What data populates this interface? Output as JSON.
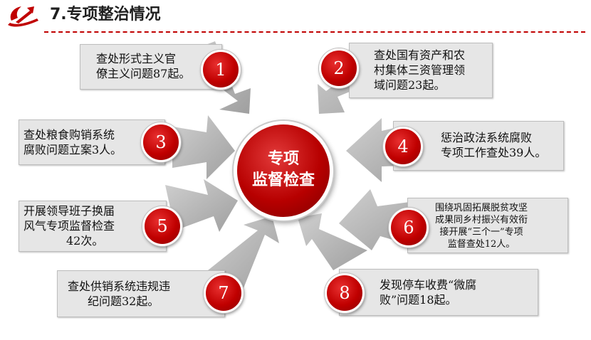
{
  "header": {
    "title": "7.专项整治情况"
  },
  "center": {
    "line1": "专项",
    "line2": "监督检查"
  },
  "items": [
    {
      "num": "1",
      "lines": [
        "查处形式主义官",
        "僚主义问题87起。"
      ]
    },
    {
      "num": "2",
      "lines": [
        "查处国有资产和农",
        "村集体三资管理领",
        "域问题23起。"
      ]
    },
    {
      "num": "3",
      "lines": [
        "查处粮食购销系统",
        "腐败问题立案3人。"
      ]
    },
    {
      "num": "4",
      "lines": [
        "惩治政法系统腐败",
        "专项工作查处39人。"
      ]
    },
    {
      "num": "5",
      "lines": [
        "开展领导班子换届",
        "风气专项监督检查",
        "42次。"
      ]
    },
    {
      "num": "6",
      "lines": [
        "围绕巩固拓展脱贫攻坚",
        "成果同乡村振兴有效衔",
        "接开展“三个一”专项",
        "监督查处12人。"
      ]
    },
    {
      "num": "7",
      "lines": [
        "查处供销系统违规违",
        "纪问题32起。"
      ]
    },
    {
      "num": "8",
      "lines": [
        "发现停车收费“微腐",
        "败”问题18起。"
      ]
    }
  ],
  "colors": {
    "accent": "#c00000",
    "box": "#e6e6e6",
    "arrow": "#bcbcbc"
  },
  "icons": {
    "title_emblem": "party-emblem-icon"
  }
}
